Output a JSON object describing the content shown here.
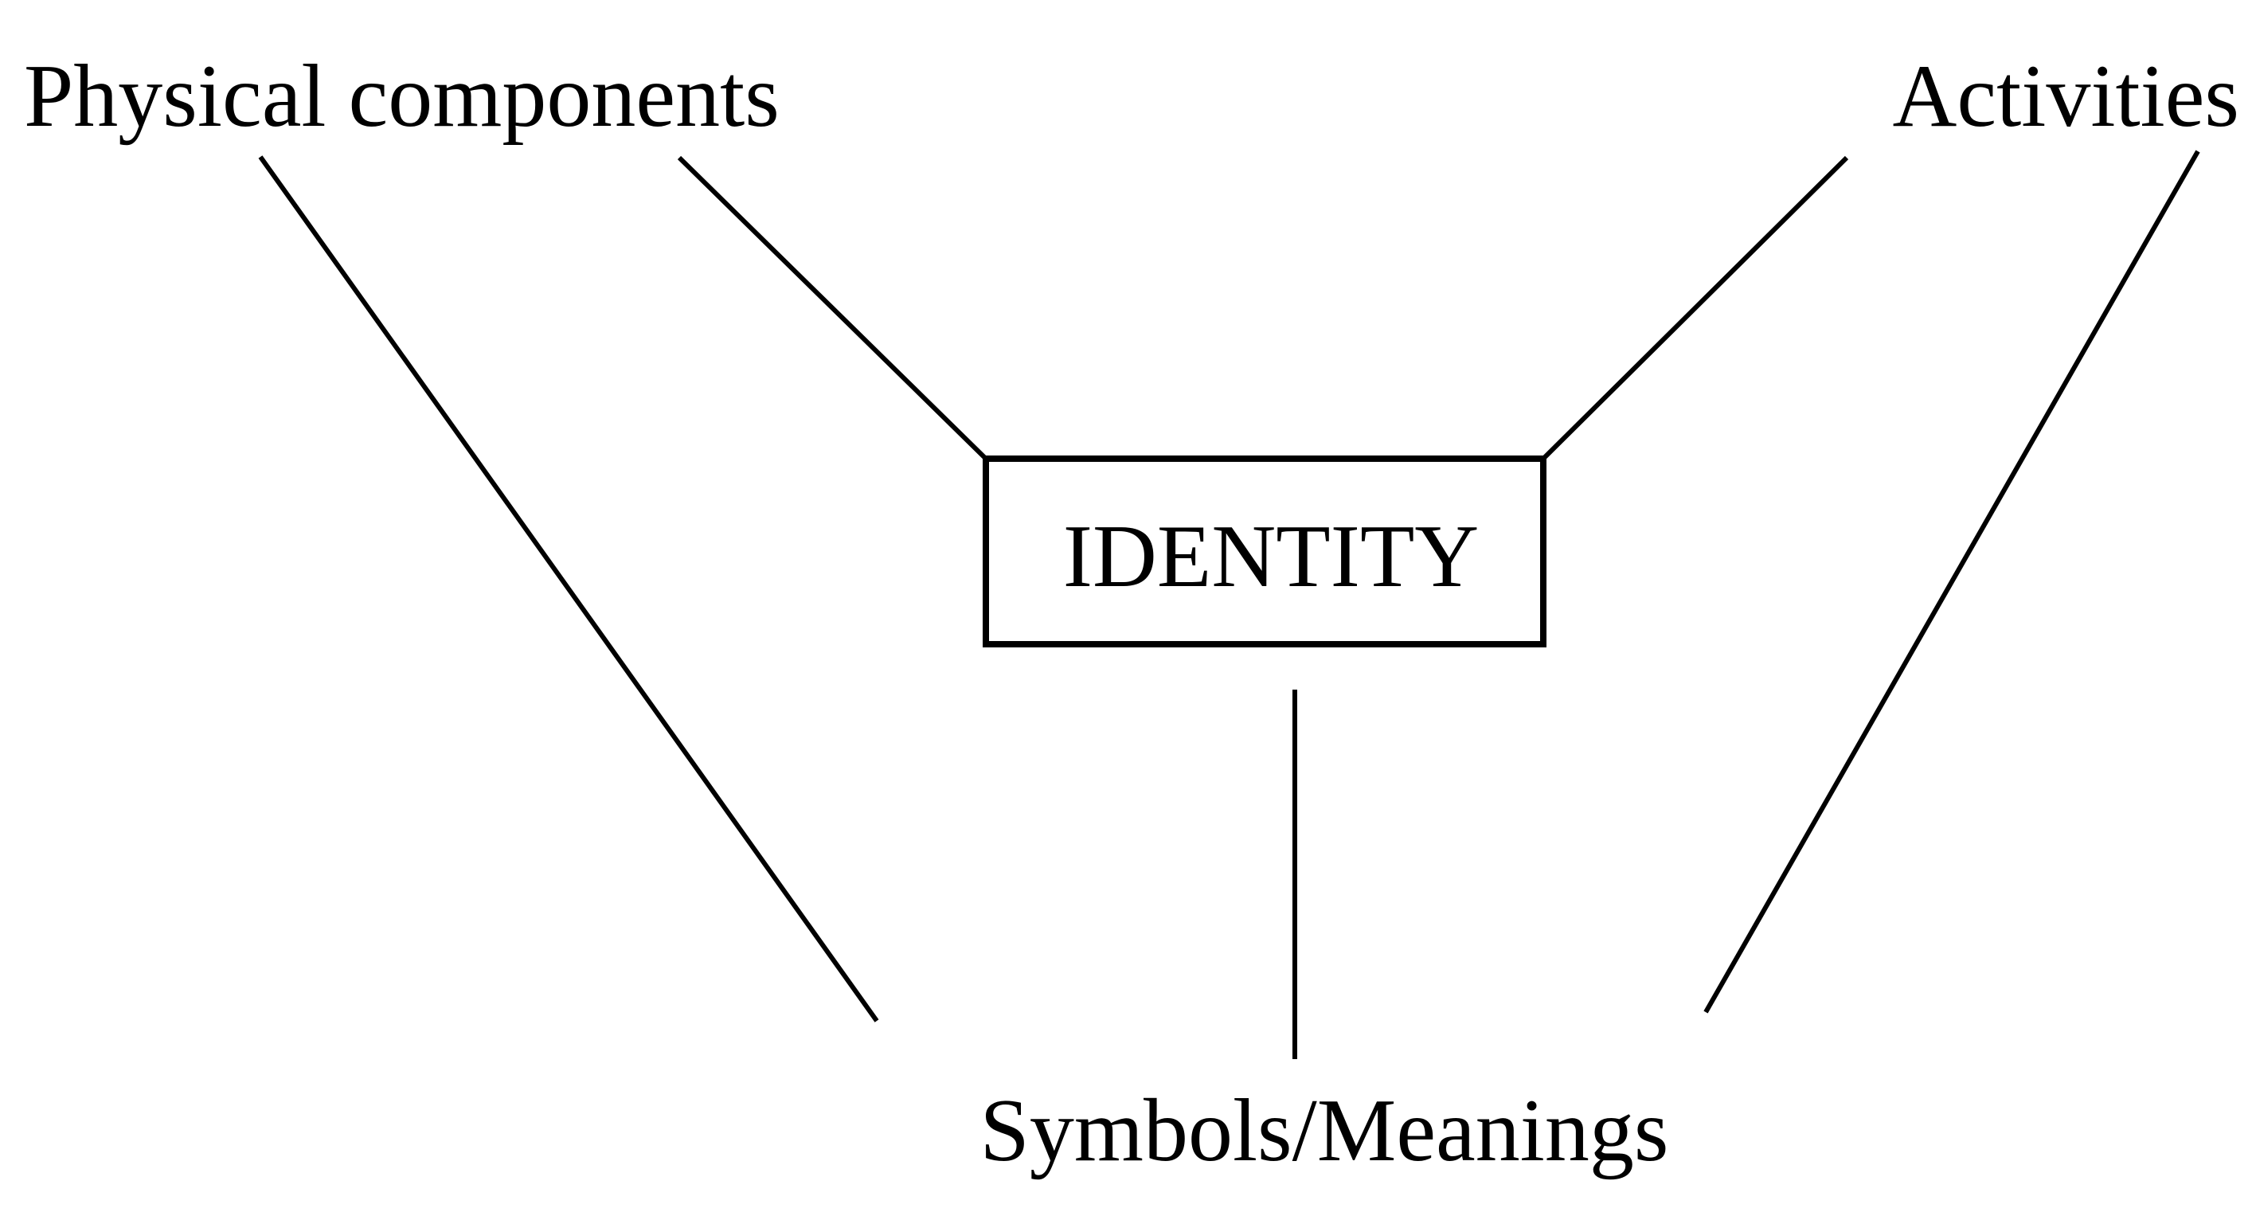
{
  "diagram": {
    "center": {
      "label": "IDENTITY"
    },
    "nodes": {
      "physical_components": "Physical components",
      "activities": "Activities",
      "symbols_meanings": "Symbols/Meanings"
    },
    "links": [
      {
        "from": "Physical components",
        "to": "IDENTITY"
      },
      {
        "from": "Activities",
        "to": "IDENTITY"
      },
      {
        "from": "IDENTITY",
        "to": "Symbols/Meanings"
      },
      {
        "from": "Physical components",
        "to": "Symbols/Meanings"
      },
      {
        "from": "Activities",
        "to": "Symbols/Meanings"
      }
    ],
    "colors": {
      "line": "#000000",
      "text": "#000000",
      "background": "#ffffff"
    }
  }
}
